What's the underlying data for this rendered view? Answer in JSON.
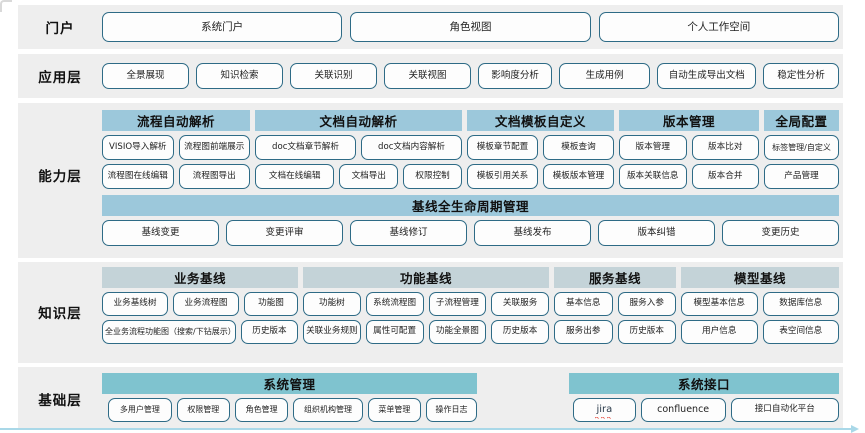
{
  "colors": {
    "page_bg": "#ffffff",
    "row_bg": "#eeeeee",
    "pill_border": "#2e6b86",
    "header_blue": "#9cc8db",
    "header_grey_blue": "#c4d3d8",
    "header_teal": "#7fc3cf",
    "accent_line": "#a9d8e8",
    "spellcheck_red": "#e23b2e"
  },
  "rows": {
    "portal": {
      "label": "门户",
      "items": [
        "系统门户",
        "角色视图",
        "个人工作空间"
      ]
    },
    "application": {
      "label": "应用层",
      "items": [
        "全景展现",
        "知识检索",
        "关联识别",
        "关联视图",
        "影响度分析",
        "生成用例",
        "自动生成导出文档",
        "稳定性分析"
      ]
    },
    "capability": {
      "label": "能力层",
      "groups": [
        {
          "title": "流程自动解析",
          "rows": [
            [
              "VISIO导入解析",
              "流程图前端展示"
            ],
            [
              "流程图在线编辑",
              "流程图导出"
            ]
          ]
        },
        {
          "title": "文档自动解析",
          "rows": [
            [
              "doc文档章节解析",
              "doc文档内容解析"
            ],
            [
              "文档在线编辑",
              "文档导出",
              "权限控制"
            ]
          ]
        },
        {
          "title": "文档模板自定义",
          "rows": [
            [
              "模板章节配置",
              "模板查询"
            ],
            [
              "模板引用关系",
              "模板版本管理"
            ]
          ]
        },
        {
          "title": "版本管理",
          "rows": [
            [
              "版本管理",
              "版本比对"
            ],
            [
              "版本关联信息",
              "版本合并"
            ]
          ]
        },
        {
          "title": "全局配置",
          "rows": [
            [
              "标签管理/自定义"
            ],
            [
              "产品管理"
            ]
          ]
        }
      ],
      "lifecycle": {
        "title": "基线全生命周期管理",
        "items": [
          "基线变更",
          "变更评审",
          "基线修订",
          "基线发布",
          "版本纠错",
          "变更历史"
        ]
      }
    },
    "knowledge": {
      "label": "知识层",
      "groups": [
        {
          "title": "业务基线",
          "rows": [
            [
              "业务基线树",
              "业务流程图",
              "功能图"
            ],
            [
              "全业务流程功能图（搜索/下钻展示）",
              "历史版本"
            ]
          ]
        },
        {
          "title": "功能基线",
          "rows": [
            [
              "功能树",
              "系统流程图",
              "子流程管理",
              "关联服务"
            ],
            [
              "关联业务规则",
              "属性可配置",
              "功能全景图",
              "历史版本"
            ]
          ]
        },
        {
          "title": "服务基线",
          "rows": [
            [
              "基本信息",
              "服务入参"
            ],
            [
              "服务出参",
              "历史版本"
            ]
          ]
        },
        {
          "title": "模型基线",
          "rows": [
            [
              "模型基本信息",
              "数据库信息"
            ],
            [
              "用户信息",
              "表空间信息"
            ]
          ]
        }
      ]
    },
    "foundation": {
      "label": "基础层",
      "groups": [
        {
          "title": "系统管理",
          "rows": [
            [
              "多用户管理",
              "权限管理",
              "角色管理",
              "组织机构管理",
              "菜单管理",
              "操作日志"
            ]
          ]
        },
        {
          "title": "系统接口",
          "rows": [
            [
              "jira",
              "confluence",
              "接口自动化平台"
            ]
          ]
        }
      ]
    }
  }
}
